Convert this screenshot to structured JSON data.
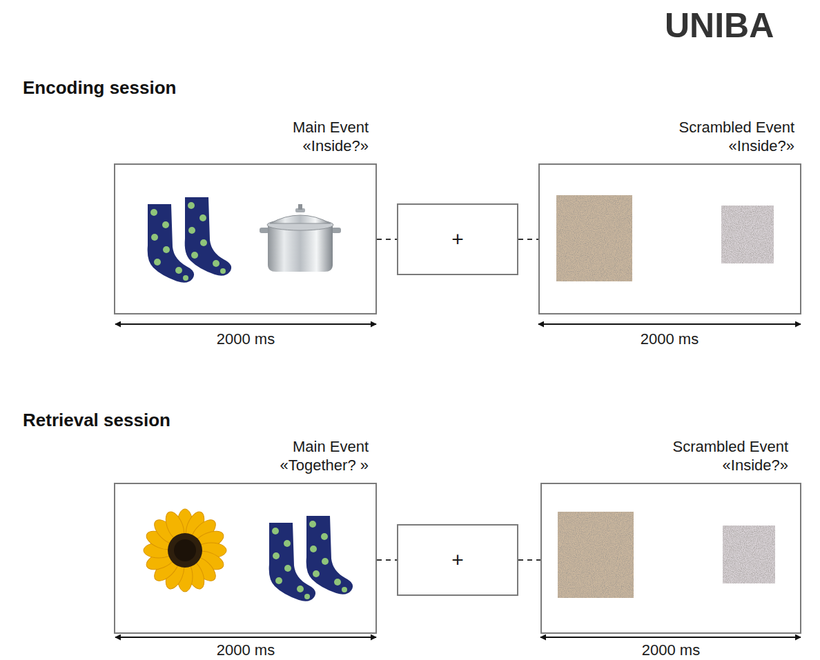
{
  "diagram": {
    "nodes": [
      {
        "text": [
          "Main Event «Inside?»"
        ]
      },
      {
        "text": [
          "+"
        ]
      },
      {
        "text": [
          "Scrambled Event «Inside?»"
        ]
      },
      {
        "text": [
          "Main Event «Together? »"
        ]
      },
      {
        "text": [
          "+"
        ]
      },
      {
        "text": [
          "Scrambled Event «Inside?»"
        ]
      }
    ],
    "edges": [
      {
        "from": 0,
        "to": 1,
        "arrow": "none"
      },
      {
        "from": 1,
        "to": 2,
        "arrow": "none"
      },
      {
        "from": 3,
        "to": 4,
        "arrow": "none"
      },
      {
        "from": 4,
        "to": 5,
        "arrow": "none"
      }
    ],
    "labels": [
      "UNIBA",
      "Encoding session",
      "2000 ms",
      "2000 ms",
      "Retrieval session",
      "2000 ms",
      "2000 ms"
    ]
  }
}
